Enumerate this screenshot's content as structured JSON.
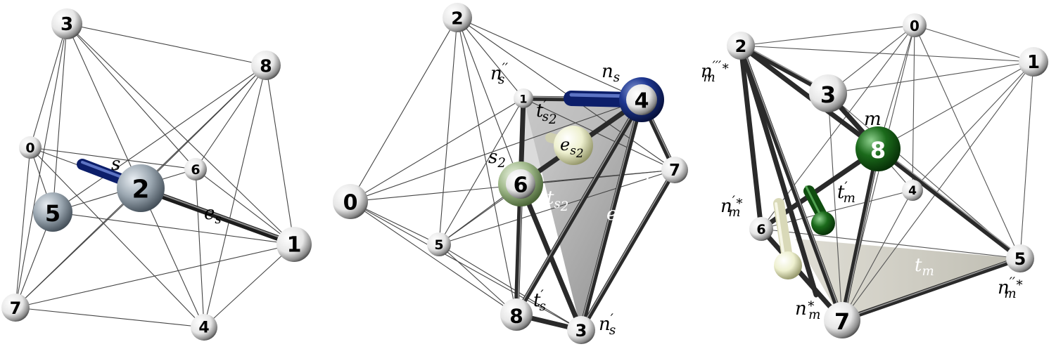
{
  "panels": [
    {
      "id": "left",
      "nodes": [
        {
          "label": "3"
        },
        {
          "label": "8"
        },
        {
          "label": "0"
        },
        {
          "label": "6"
        },
        {
          "label": "2"
        },
        {
          "label": "5"
        },
        {
          "label": "1"
        },
        {
          "label": "7"
        },
        {
          "label": "4"
        }
      ],
      "annotations": {
        "s": "s",
        "e_s_main": "e",
        "e_s_sub": "s"
      }
    },
    {
      "id": "middle",
      "nodes": [
        {
          "label": "2"
        },
        {
          "label": "1"
        },
        {
          "label": "4"
        },
        {
          "label": "0"
        },
        {
          "label": "6"
        },
        {
          "label": "7"
        },
        {
          "label": "5"
        },
        {
          "label": "8"
        },
        {
          "label": "3"
        }
      ],
      "sphere_label": {
        "main": "e",
        "sub": "s",
        "sub2": "2"
      },
      "annotations": {
        "n_s_main": "n",
        "n_s_sub": "s",
        "n_s2_main": "n",
        "n_s2_prime": "′′",
        "n_s2_sub": "s",
        "t_s2p_main": "t",
        "t_s2p_prime": "′",
        "t_s2p_sub": "s",
        "t_s2p_sub2": "2",
        "s2_main": "s",
        "s2_sub": "2",
        "t_s2_main": "t",
        "t_s2_sub": "s",
        "t_s2_sub2": "2",
        "t_s_main": "t",
        "t_s_sub": "s",
        "e_s_main": "e",
        "e_s_sub": "s",
        "t_sp_main": "t",
        "t_sp_prime": "′",
        "t_sp_sub": "s",
        "n_sp_main": "n",
        "n_sp_prime": "′",
        "n_sp_sub": "s"
      }
    },
    {
      "id": "right",
      "nodes": [
        {
          "label": "2"
        },
        {
          "label": "0"
        },
        {
          "label": "1"
        },
        {
          "label": "3"
        },
        {
          "label": "8"
        },
        {
          "label": "4"
        },
        {
          "label": "6"
        },
        {
          "label": "5"
        },
        {
          "label": "7"
        }
      ],
      "annotations": {
        "n_m3_main": "n",
        "n_m3_prime": "′′′∗",
        "n_m3_sub": "m",
        "m": "m",
        "n_m1_main": "n",
        "n_m1_prime": "′∗",
        "n_m1_sub": "m",
        "t_mp_main": "t",
        "t_mp_prime": "′",
        "t_mp_sub": "m",
        "t_m_main": "t",
        "t_m_sub": "m",
        "n_m0_main": "n",
        "n_m0_prime": "∗",
        "n_m0_sub": "m",
        "n_m2_main": "n",
        "n_m2_prime": "′′∗",
        "n_m2_sub": "m"
      }
    }
  ]
}
